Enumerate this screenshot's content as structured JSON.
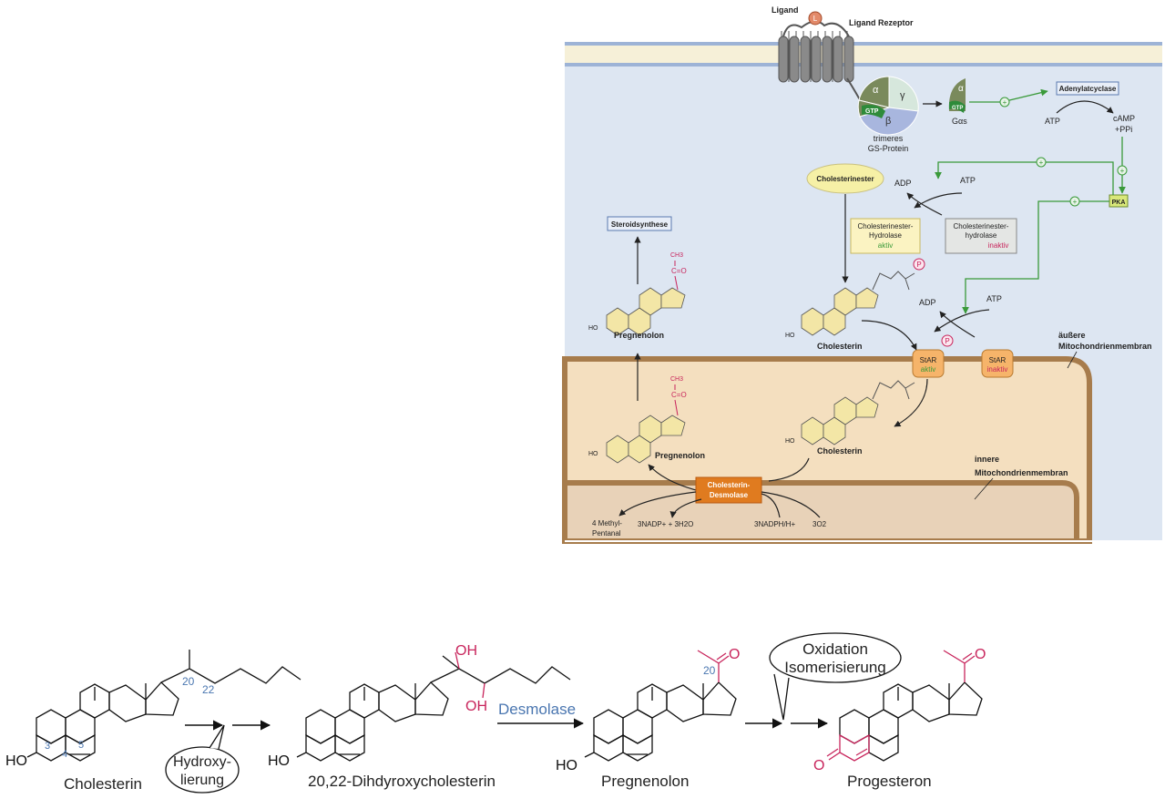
{
  "membrane_diagram": {
    "ligand": "Ligand",
    "ligand_symbol": "L",
    "ligand_receptor": "Ligand Rezeptor",
    "alpha": "α",
    "beta": "β",
    "gamma": "γ",
    "gtp": "GTP",
    "trimer_line1": "trimeres",
    "trimer_line2": "GS-Protein",
    "galpha": "Gαs",
    "adenylatcyclase": "Adenylatcyclase",
    "atp": "ATP",
    "camp": "cAMP",
    "ppi": "+PPi",
    "plus": "+",
    "pka": "PKA",
    "cholesterinester": "Cholesterinester",
    "adp": "ADP",
    "hydrolase_active_line1": "Cholesterinester-",
    "hydrolase_active_line2": "Hydrolase",
    "aktiv": "aktiv",
    "hydrolase_inactive_line1": "Cholesterinester-",
    "hydrolase_inactive_line2": "hydrolase",
    "inaktiv": "inaktiv",
    "p": "P",
    "steroidsynthese": "Steroidsynthese",
    "ch3": "CH3",
    "co": "C=O",
    "ho": "HO",
    "pregnenolon": "Pregnenolon",
    "cholesterin": "Cholesterin",
    "star": "StAR",
    "outer_membrane_line1": "äußere",
    "outer_membrane_line2": "Mitochondrienmembran",
    "inner_membrane_line1": "innere",
    "inner_membrane_line2": "Mitochondrienmembran",
    "desmolase_line1": "Cholesterin-",
    "desmolase_line2": "Desmolase",
    "methylpentanal_line1": "4 Methyl-",
    "methylpentanal_line2": "Pentanal",
    "nadp": "3NADP+ + 3H2O",
    "nadph": "3NADPH/H+",
    "o2": "3O2"
  },
  "reaction_scheme": {
    "n3": "3",
    "n4": "4",
    "n5": "5",
    "n20": "20",
    "n22": "22",
    "ho": "HO",
    "oh": "OH",
    "o": "O",
    "cholesterin": "Cholesterin",
    "hydroxy_line1": "Hydroxy-",
    "hydroxy_line2": "lierung",
    "dihydroxy": "20,22-Dihdyroxycholesterin",
    "desmolase": "Desmolase",
    "pregnenolon": "Pregnenolon",
    "oxidation": "Oxidation",
    "isomerisierung": "Isomerisierung",
    "progesteron": "Progesteron"
  },
  "colors": {
    "cytosol": "#dde6f2",
    "mito_outer": "#f4dfbf",
    "mito_inner": "#e8d2b8",
    "membrane_brown": "#a77c4c",
    "green_arrow": "#3a9a3a",
    "magenta": "#c8255c",
    "blue_numbers": "#4a76b0",
    "desmolase_orange": "#e07b1f"
  }
}
